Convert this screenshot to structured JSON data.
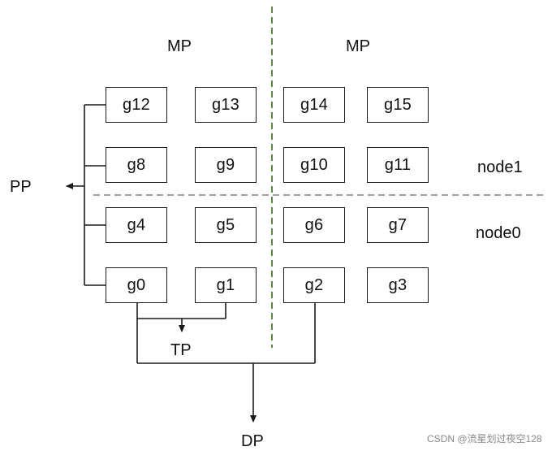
{
  "diagram": {
    "mp_labels": [
      "MP",
      "MP"
    ],
    "node_labels": [
      "node1",
      "node0"
    ],
    "pp_label": "PP",
    "tp_label": "TP",
    "dp_label": "DP",
    "gpus": {
      "g0": "g0",
      "g1": "g1",
      "g2": "g2",
      "g3": "g3",
      "g4": "g4",
      "g5": "g5",
      "g6": "g6",
      "g7": "g7",
      "g8": "g8",
      "g9": "g9",
      "g10": "g10",
      "g11": "g11",
      "g12": "g12",
      "g13": "g13",
      "g14": "g14",
      "g15": "g15"
    },
    "colors": {
      "mp_divider": "#5a8a3a",
      "node_divider": "#a0a0a0",
      "lines": "#1a1a1a"
    }
  },
  "watermark": "CSDN @流星划过夜空128"
}
